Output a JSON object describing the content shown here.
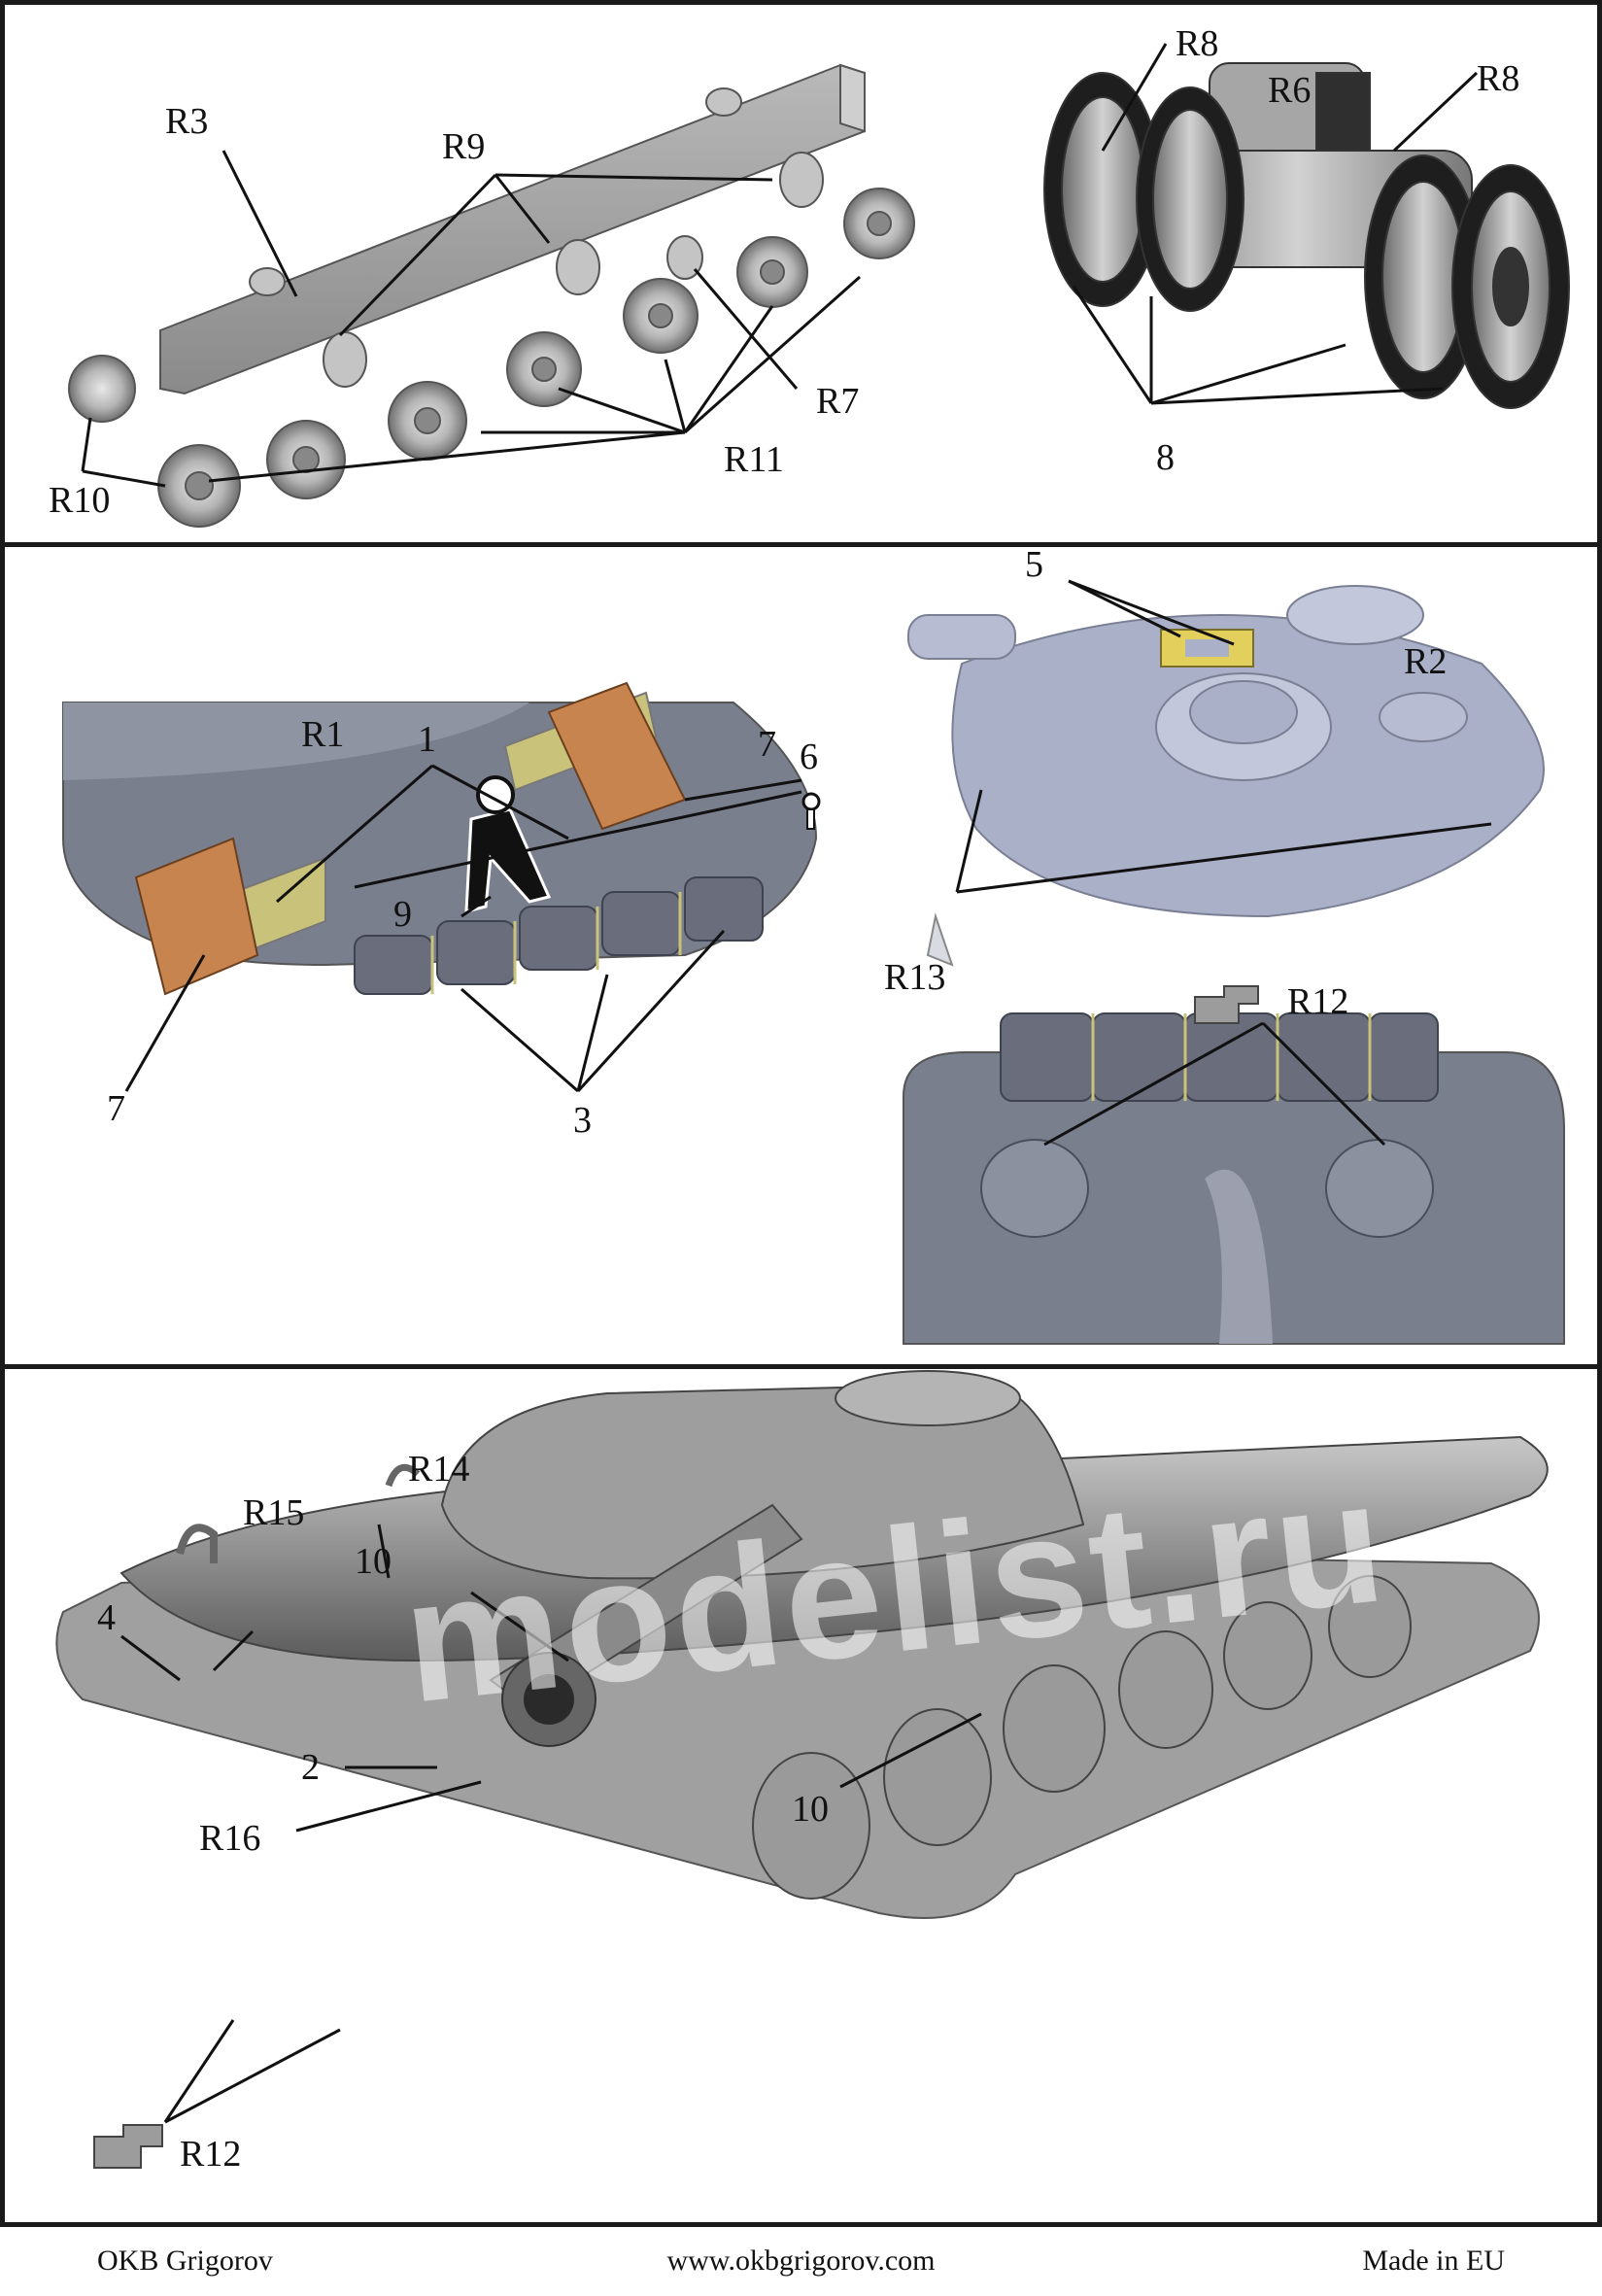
{
  "panels": {
    "running_gear": {
      "labels": [
        "R3",
        "R9",
        "R7",
        "R11",
        "R10",
        "R8",
        "R6",
        "R8",
        "8"
      ]
    },
    "hull_turret": {
      "labels": [
        "R1",
        "1",
        "7",
        "6",
        "9",
        "7",
        "3",
        "5",
        "R2",
        "R13",
        "R12"
      ]
    },
    "assembly": {
      "labels": [
        "R14",
        "R15",
        "10",
        "4",
        "2",
        "R16",
        "10",
        "R12"
      ]
    }
  },
  "footer": {
    "left": "OKB Grigorov",
    "center": "www.okbgrigorov.com",
    "right": "Made in EU"
  },
  "watermark": "modelist.ru",
  "colors": {
    "hull": "#7a7f8e",
    "hull_light": "#a7abbb",
    "turret": "#aab0c8",
    "wood": "#c8844f",
    "brass": "#c9c27a",
    "grey_part": "#9c9c9c",
    "border": "#1a1a1a"
  }
}
